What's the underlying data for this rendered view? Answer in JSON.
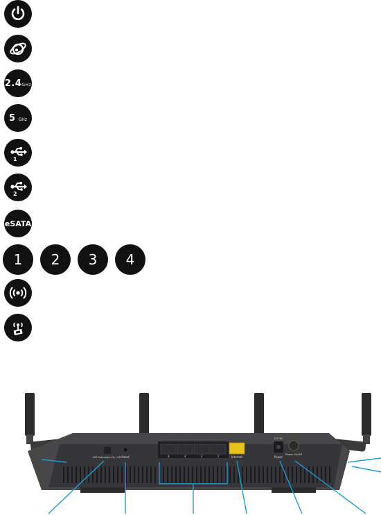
{
  "leds": {
    "power": {
      "icon": "power-icon"
    },
    "internet": {
      "icon": "globe-icon"
    },
    "wifi24": {
      "main": "2.4",
      "unit": "GHz"
    },
    "wifi5": {
      "main": "5",
      "unit": "GHz"
    },
    "usb1": {
      "icon": "usb-icon",
      "index": "1"
    },
    "usb2": {
      "icon": "usb-icon",
      "index": "2"
    },
    "esata": {
      "label": "eSATA"
    },
    "lan_ports": [
      "1",
      "2",
      "3",
      "4"
    ],
    "wps": {
      "icon": "wps-icon"
    },
    "wireless_toggle": {
      "icon": "wireless-toggle-icon"
    }
  },
  "router_back": {
    "led_switch_label": "LED Indicators On / Off",
    "reset_label": "Reset",
    "lan_numbers": [
      "4",
      "3",
      "2",
      "1"
    ],
    "internet_label": "Internet",
    "dc_label": "12V DC",
    "power_label": "Power",
    "power_switch_label": "Power On/Off"
  },
  "colors": {
    "icon_bg": "#111111",
    "callout": "#1f9bd1",
    "internet_port": "#e8c21a",
    "chassis": "#3a3a3c"
  }
}
